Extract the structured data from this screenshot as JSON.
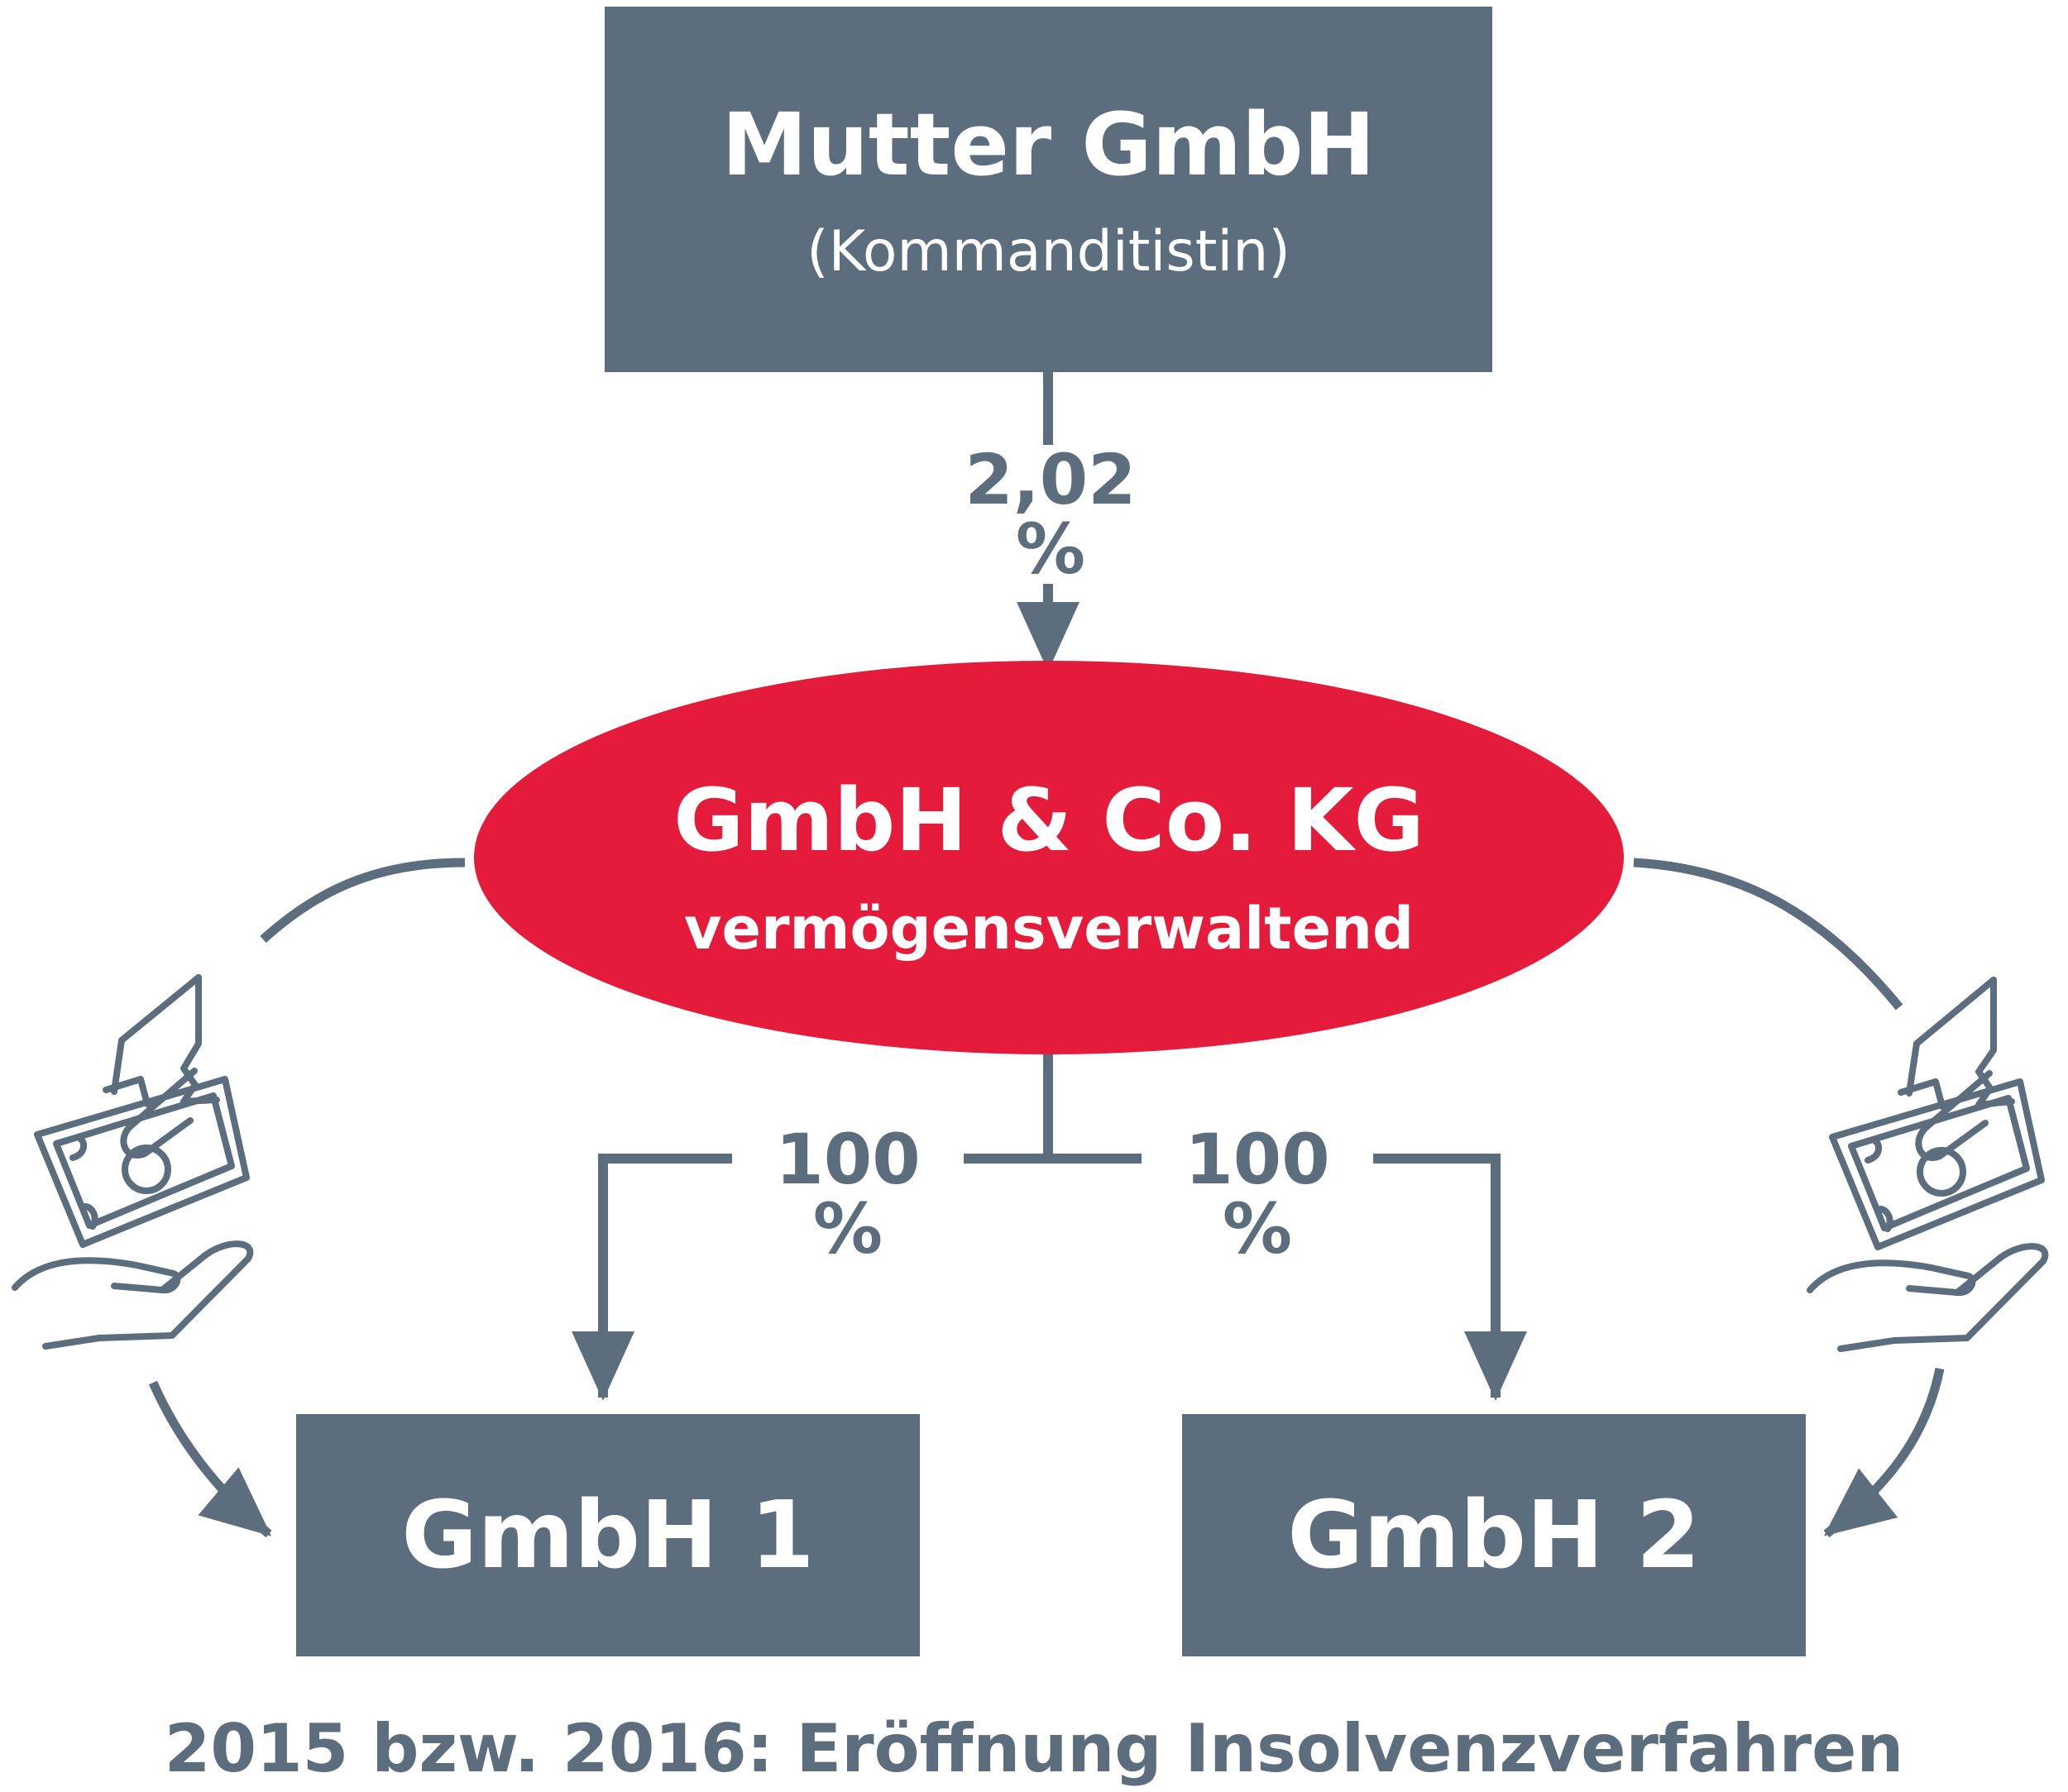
{
  "mother": {
    "title": "Mutter GmbH",
    "subtitle": "(Kommanditistin)"
  },
  "kg": {
    "title": "GmbH & Co. KG",
    "subtitle": "vermögensverwaltend"
  },
  "edges": {
    "mother_to_kg": "2,02 %",
    "kg_to_gmbh1": "100 %",
    "kg_to_gmbh2": "100 %"
  },
  "subsidiaries": [
    {
      "label": "GmbH 1"
    },
    {
      "label": "GmbH 2"
    }
  ],
  "footer": "2015 bzw. 2016: Eröffnung Insolvenzverfahren",
  "icons": {
    "left": "money-handover-icon",
    "right": "money-handover-icon"
  },
  "colors": {
    "box": "#5c6d7e",
    "ellipse": "#e41b3a",
    "text_dark": "#5c6d7e",
    "text_light": "#ffffff"
  }
}
